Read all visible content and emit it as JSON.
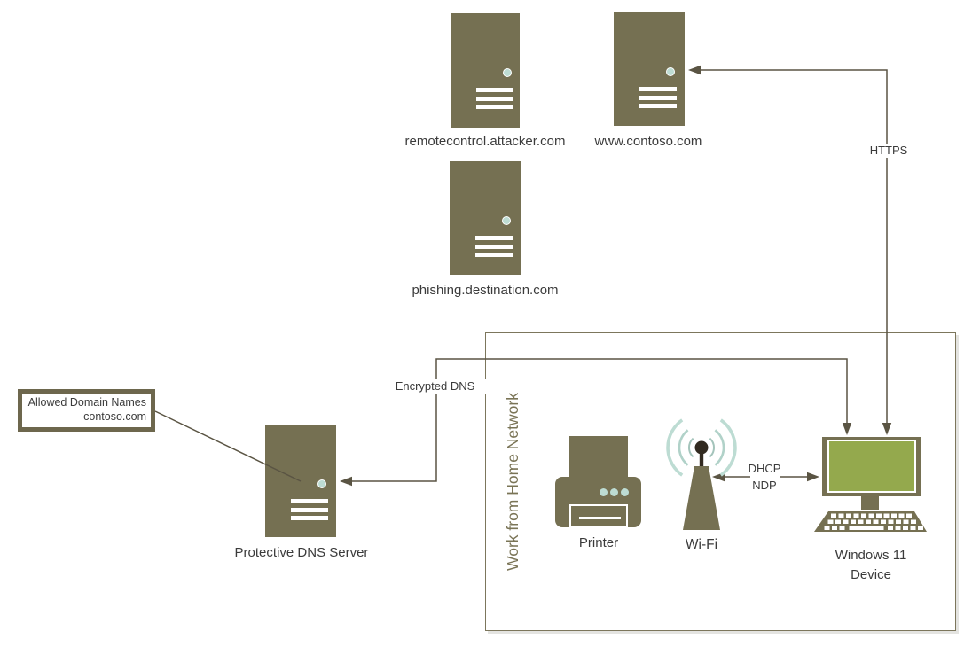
{
  "colors": {
    "shape_olive": "#757052",
    "accent_teal": "#bddcd3",
    "screen_green": "#94a94d",
    "connector_line": "#5a5443",
    "text": "#3b3b3b",
    "network_label": "#7a7456"
  },
  "servers": [
    {
      "label": "remotecontrol.attacker.com"
    },
    {
      "label": "www.contoso.com"
    },
    {
      "label": "phishing.destination.com"
    },
    {
      "label": "Protective DNS Server"
    }
  ],
  "allowed_list": {
    "line1": "Allowed Domain Names",
    "line2": "contoso.com"
  },
  "home_network": {
    "label": "Work from Home Network",
    "printer_label": "Printer",
    "wifi_label": "Wi-Fi",
    "device_label_line1": "Windows 11",
    "device_label_line2": "Device"
  },
  "connectors": {
    "https": "HTTPS",
    "encrypted_dns": "Encrypted DNS",
    "dhcp": "DHCP",
    "ndp": "NDP"
  }
}
